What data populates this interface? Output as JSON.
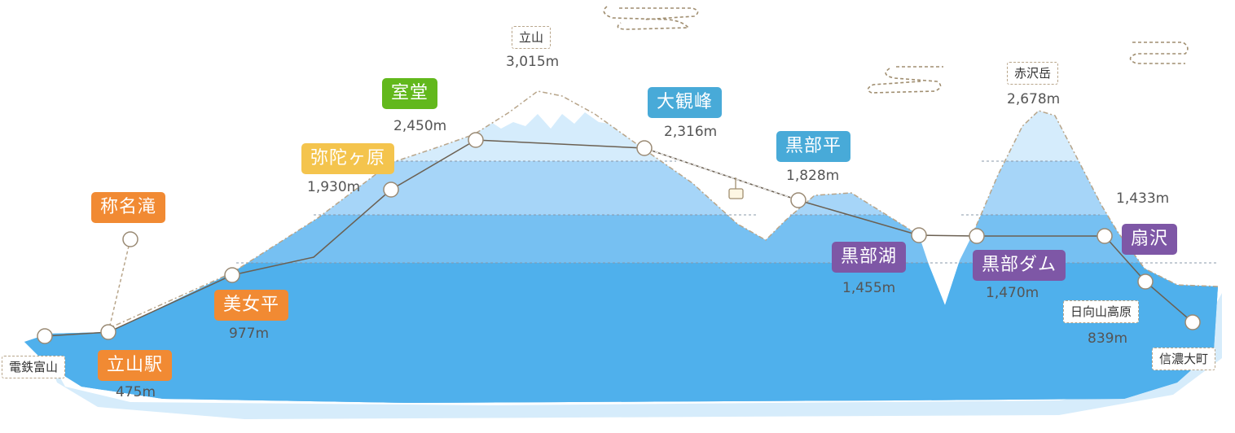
{
  "stations": [
    {
      "name": "電鉄富山",
      "style": "plain"
    },
    {
      "name": "立山駅",
      "style": "orange",
      "altitude": "475m"
    },
    {
      "name": "称名滝",
      "style": "orange"
    },
    {
      "name": "美女平",
      "style": "orange",
      "altitude": "977m"
    },
    {
      "name": "弥陀ヶ原",
      "style": "yellow",
      "altitude": "1,930m"
    },
    {
      "name": "室堂",
      "style": "green",
      "altitude": "2,450m"
    },
    {
      "name": "大観峰",
      "style": "blue",
      "altitude": "2,316m"
    },
    {
      "name": "黒部平",
      "style": "blue",
      "altitude": "1,828m"
    },
    {
      "name": "黒部湖",
      "style": "purple",
      "altitude": "1,455m"
    },
    {
      "name": "黒部ダム",
      "style": "purple",
      "altitude": "1,470m"
    },
    {
      "name": "扇沢",
      "style": "purple",
      "altitude": "1,433m"
    },
    {
      "name": "日向山高原",
      "style": "plain",
      "altitude": "839m"
    },
    {
      "name": "信濃大町",
      "style": "plain"
    }
  ],
  "peaks": [
    {
      "name": "立山",
      "altitude": "3,015m"
    },
    {
      "name": "赤沢岳",
      "altitude": "2,678m"
    }
  ],
  "colors": {
    "orange": "#f18a33",
    "green": "#62b81c",
    "yellow": "#f4c44d",
    "blue": "#48aad8",
    "purple": "#7e57a6",
    "route": "#b8a58a",
    "water_deep": "#4fb0ec",
    "water_mid": "#7cc4f4",
    "water_light": "#a7d7fa",
    "water_pale": "#cde8fb"
  },
  "icons": [
    "cloud-icon",
    "ropeway-gondola-icon"
  ]
}
